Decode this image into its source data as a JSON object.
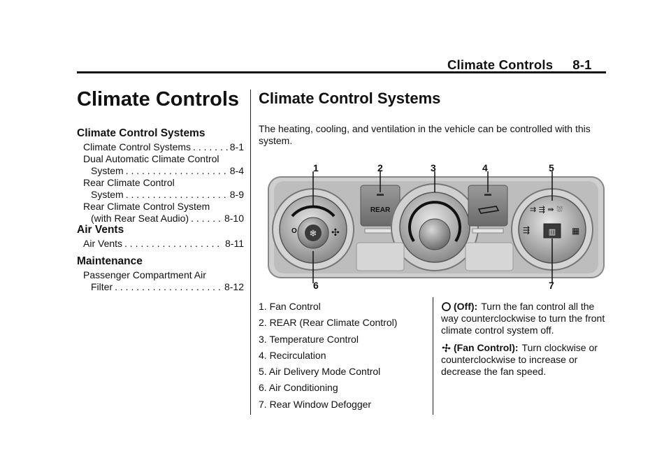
{
  "header": {
    "title": "Climate Controls",
    "page": "8-1"
  },
  "left": {
    "title": "Climate Controls",
    "sections": [
      {
        "heading": "Climate Control Systems",
        "entries": [
          {
            "lines": [
              "Climate Control Systems"
            ],
            "page": "8-1"
          },
          {
            "lines": [
              "Dual Automatic Climate Control",
              "System"
            ],
            "page": "8-4"
          },
          {
            "lines": [
              "Rear Climate Control",
              "System"
            ],
            "page": "8-9"
          },
          {
            "lines": [
              "Rear Climate Control System",
              "(with Rear Seat Audio)"
            ],
            "page": "8-10"
          }
        ]
      },
      {
        "heading": "Air Vents",
        "entries": [
          {
            "lines": [
              "Air Vents"
            ],
            "page": "8-11"
          }
        ]
      },
      {
        "heading": "Maintenance",
        "entries": [
          {
            "lines": [
              "Passenger Compartment Air",
              "Filter"
            ],
            "page": "8-12"
          }
        ]
      }
    ]
  },
  "right": {
    "title": "Climate Control Systems",
    "intro": "The heating, cooling, and ventilation in the vehicle can be controlled with this system.",
    "panel": {
      "top_numbers": [
        "1",
        "2",
        "3",
        "4",
        "5"
      ],
      "bottom_numbers": [
        "6",
        "7"
      ],
      "rear_button": "REAR",
      "off_mark": "O",
      "icons": [
        "fan-dial-icon",
        "snowflake-icon",
        "recirculation-icon",
        "defrost-icon",
        "rear-defog-icon"
      ]
    },
    "legend": [
      "1. Fan Control",
      "2. REAR (Rear Climate Control)",
      "3. Temperature Control",
      "4. Recirculation",
      "5. Air Delivery Mode Control",
      "6. Air Conditioning",
      "7. Rear Window Defogger"
    ],
    "descriptions": [
      {
        "icon": "off-icon",
        "label": "(Off):",
        "text": "Turn the fan control all the way counterclockwise to turn the front climate control system off."
      },
      {
        "icon": "fan-icon",
        "label": "(Fan Control):",
        "text": "Turn clockwise or counterclockwise to increase or decrease the fan speed."
      }
    ]
  }
}
